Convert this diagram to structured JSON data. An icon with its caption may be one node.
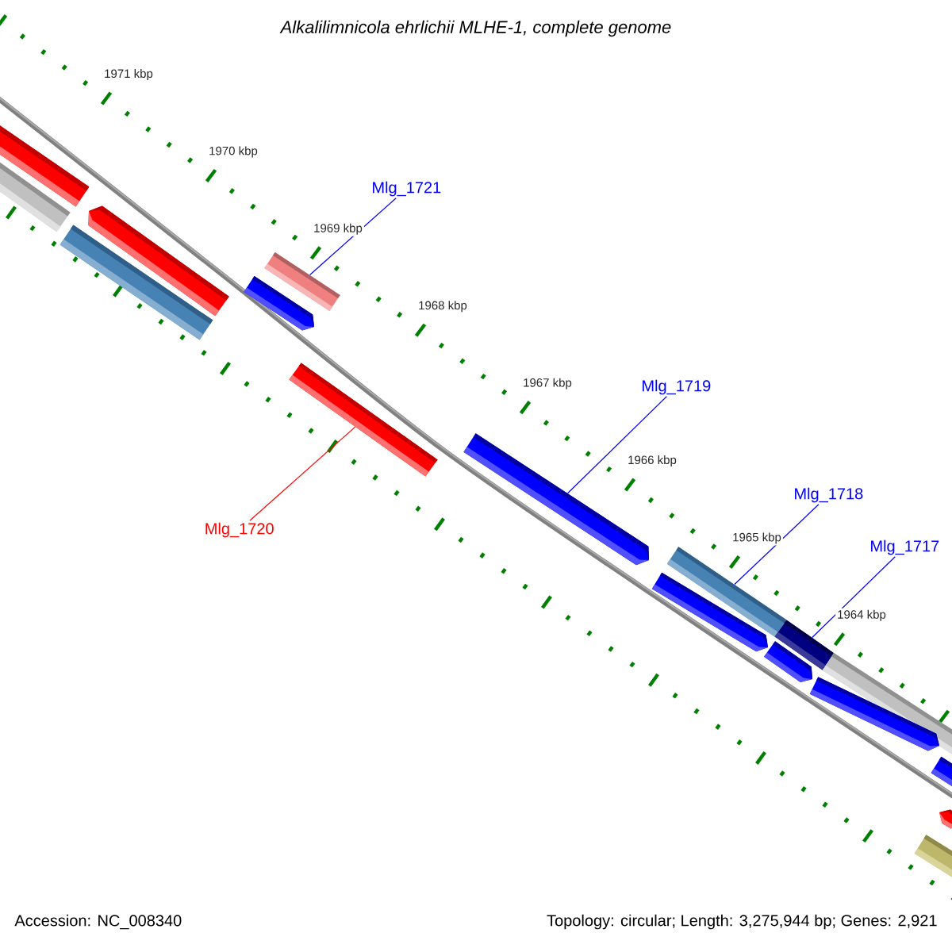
{
  "diagram": {
    "title": "Alkalilimnicola ehrlichii MLHE-1, complete genome",
    "nodes": [
      {
        "text": [
          "Mlg_1721"
        ]
      },
      {
        "text": [
          "Mlg_1719"
        ]
      },
      {
        "text": [
          "Mlg_1718"
        ]
      },
      {
        "text": [
          "Mlg_1720"
        ]
      },
      {
        "text": [
          "Mlg_1717"
        ]
      },
      {
        "text": [],
        "shape": "bar"
      },
      {
        "text": [],
        "shape": "bar"
      },
      {
        "text": [],
        "shape": "bar"
      },
      {
        "text": [],
        "shape": "bar"
      },
      {
        "text": [],
        "shape": "bar"
      },
      {
        "text": [],
        "shape": "bar"
      },
      {
        "text": [],
        "shape": "bar"
      },
      {
        "text": [],
        "shape": "bar"
      },
      {
        "text": [],
        "shape": "bar"
      },
      {
        "text": [],
        "shape": "bar"
      },
      {
        "text": [],
        "shape": "bar"
      },
      {
        "text": [],
        "shape": "bar"
      },
      {
        "text": [],
        "shape": "bar"
      },
      {
        "text": [],
        "shape": "bar"
      },
      {
        "text": [],
        "shape": "bar"
      },
      {
        "text": [],
        "shape": "bar"
      },
      {
        "text": [],
        "shape": "bar"
      }
    ],
    "edges": [
      {
        "from": 0,
        "to": 9,
        "arrow": "none"
      },
      {
        "from": 1,
        "to": 12,
        "arrow": "none"
      },
      {
        "from": 2,
        "to": 13,
        "arrow": "none"
      },
      {
        "from": 3,
        "to": 11,
        "arrow": "none",
        "color": "#ff0000"
      },
      {
        "from": 4,
        "to": 14,
        "arrow": "none"
      }
    ],
    "labels": [
      "1971 kbp",
      "1970 kbp",
      "1969 kbp",
      "1968 kbp",
      "1967 kbp",
      "1966 kbp",
      "1965 kbp",
      "1964 kbp",
      "Accession: NC_008340",
      "Topology: circular; Length: 3,275,944 bp; Genes: 2,921"
    ]
  }
}
